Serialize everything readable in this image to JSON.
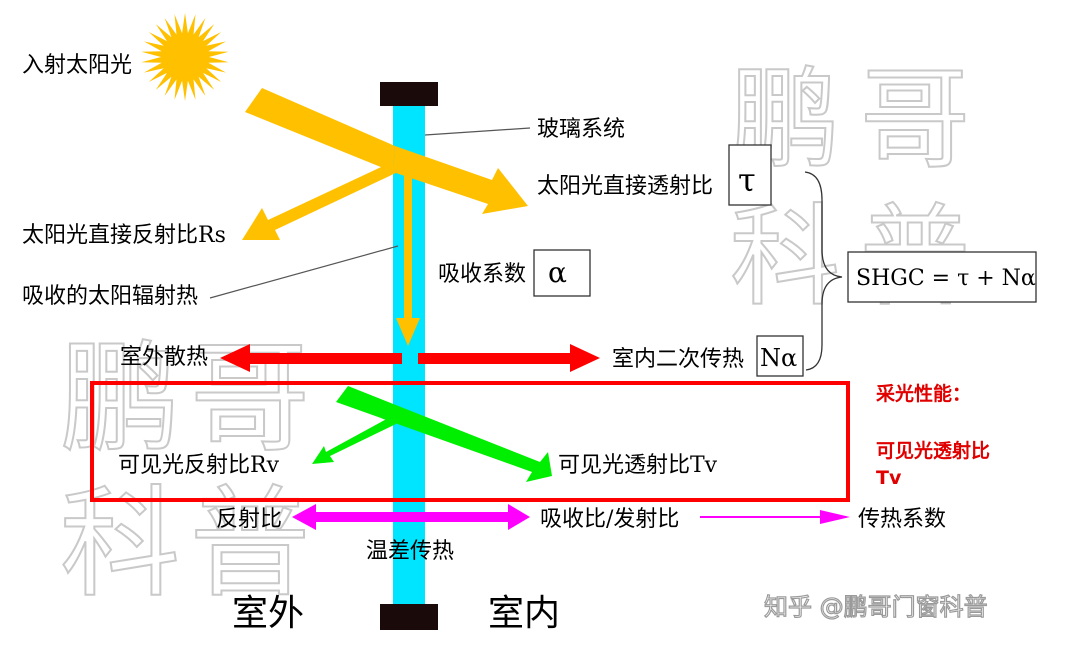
{
  "labels": {
    "incident_sun": "入射太阳光",
    "glass_system": "玻璃系统",
    "direct_transmit": "太阳光直接透射比",
    "tau_symbol": "τ",
    "direct_reflect": "太阳光直接反射比Rs",
    "absorb_coeff": "吸收系数",
    "alpha_symbol": "α",
    "absorbed_heat": "吸收的太阳辐射热",
    "shgc_formula": "SHGC = τ + Nα",
    "outdoor_dissipation": "室外散热",
    "indoor_secondary": "室内二次传热",
    "n_alpha": "Nα",
    "daylight_title": "采光性能：",
    "visible_transmit_red": "可见光透射比",
    "tv_red": "Tv",
    "visible_reflect": "可见光反射比Rv",
    "visible_transmit": "可见光透射比Tv",
    "reflectance": "反射比",
    "absorb_emit": "吸收比/发射比",
    "heat_transfer_coeff": "传热系数",
    "temp_diff": "温差传热",
    "outdoor": "室外",
    "indoor": "室内",
    "credit": "知乎 @鹏哥门窗科普"
  },
  "watermark": {
    "c1": "鹏",
    "c2": "哥",
    "c3": "科",
    "c4": "普"
  },
  "colors": {
    "sun": "#ffc000",
    "solar_arrow": "#ffc000",
    "glass": "#00e5ff",
    "glass_cap": "#1a0a0a",
    "heat_arrow": "#ff0000",
    "visible_arrow": "#00ee00",
    "purple_arrow": "#ff00ff",
    "box_red": "#ff0000"
  }
}
